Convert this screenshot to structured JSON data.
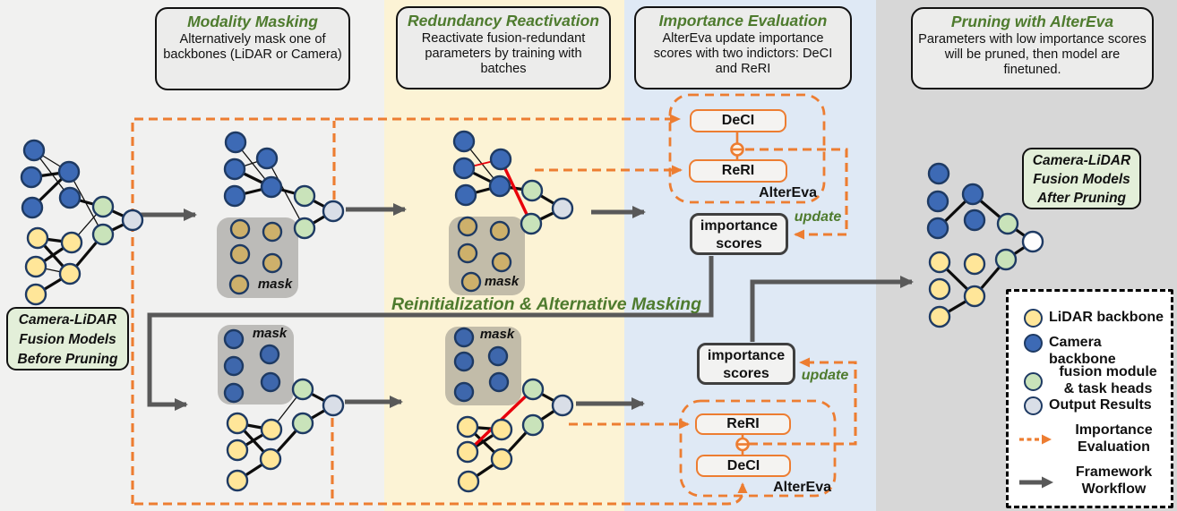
{
  "stages": [
    {
      "title": "Modality Masking",
      "body": "Alternatively mask one of backbones (LiDAR or Camera)"
    },
    {
      "title": "Redundancy Reactivation",
      "body": "Reactivate fusion-redundant parameters by training with batches"
    },
    {
      "title": "Importance Evaluation",
      "body": "AlterEva update importance scores with two indictors: DeCI and ReRI"
    },
    {
      "title": "Pruning with AlterEva",
      "body": "Parameters with low importance scores will be pruned, then model are finetuned."
    }
  ],
  "labels": {
    "model_before": "Camera-LiDAR\nFusion Models\nBefore Pruning",
    "model_after": "Camera-LiDAR\nFusion Models\nAfter Pruning",
    "mask": "mask",
    "deci": "DeCI",
    "reri": "ReRI",
    "altereva": "AlterEva",
    "importance_scores": "importance\nscores",
    "update": "update",
    "reinit": "Reinitialization & Alternative Masking"
  },
  "legend": {
    "items": [
      {
        "glyph": "lidar-node",
        "label": "LiDAR backbone"
      },
      {
        "glyph": "camera-node",
        "label": "Camera backbone"
      },
      {
        "glyph": "fusion-node",
        "label": "fusion module\n& task heads"
      },
      {
        "glyph": "output-node",
        "label": "Output Results"
      },
      {
        "glyph": "dashed-arrow",
        "label": "Importance\nEvaluation"
      },
      {
        "glyph": "solid-arrow",
        "label": "Framework\nWorkflow"
      }
    ]
  },
  "colors": {
    "accent_orange": "#ED7D31",
    "green_text": "#4E7B2E",
    "camera_blue": "#3D6AB5",
    "lidar_yellow": "#FFE699",
    "masked_yellow": "#CDB06B",
    "fusion_green": "#C9E3BA",
    "output_gray": "#D9DEE7",
    "workflow_gray": "#595959",
    "red_edge": "#E8000B",
    "band_yellow": "#FCF3D5",
    "band_blue": "#DFE9F5",
    "band_gray": "#D7D7D7"
  }
}
